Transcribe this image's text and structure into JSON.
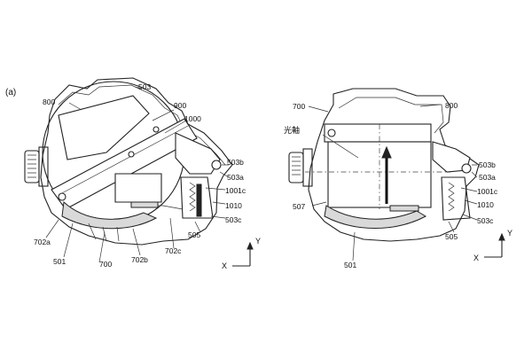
{
  "figure": {
    "panel_label": "(a)",
    "optical_axis_label": "光軸",
    "left_view": {
      "labels": [
        "503",
        "800",
        "900",
        "1000",
        "503b",
        "503a",
        "1001c",
        "1010",
        "503c",
        "505",
        "702c",
        "702b",
        "700",
        "501",
        "702a"
      ],
      "axis": {
        "y": "Y",
        "x": "X"
      }
    },
    "right_view": {
      "labels": [
        "700",
        "800",
        "503b",
        "503a",
        "1001c",
        "1010",
        "503c",
        "505",
        "501",
        "507"
      ],
      "axis": {
        "y": "Y",
        "x": "X"
      }
    }
  },
  "colors": {
    "line": "#222222",
    "shade": "#d9d9d9",
    "background": "#ffffff"
  }
}
